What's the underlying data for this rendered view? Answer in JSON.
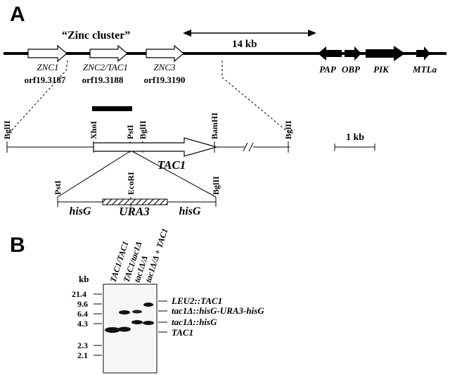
{
  "panel_a": {
    "label": "A",
    "zinc_cluster": "“Zinc cluster”",
    "distance_label": "14 kb",
    "genes": [
      {
        "name": "ZNC1",
        "orf": "orf19.3187"
      },
      {
        "name": "ZNC2/TAC1",
        "orf": "orf19.3188"
      },
      {
        "name": "ZNC3",
        "orf": "orf19.3190"
      }
    ],
    "right_genes": [
      "PAP",
      "OBP",
      "PIK",
      "MTLa"
    ],
    "sites_top": [
      "BglII",
      "XhoI",
      "PstI",
      "BglII",
      "BamHI",
      "BglII"
    ],
    "tac1_label": "TAC1",
    "scale_label": "1 kb",
    "construct": {
      "sites": [
        "PstI",
        "EcoRI",
        "BglII"
      ],
      "left_label": "hisG",
      "middle_label": "URA3",
      "right_label": "hisG"
    }
  },
  "panel_b": {
    "label": "B",
    "kb_header": "kb",
    "markers": [
      "21.4",
      "9.6",
      "6.4",
      "4.3",
      "2.3",
      "2.1"
    ],
    "lanes": [
      "TAC1/TAC1",
      "TAC1/tac1Δ",
      "tac1Δ/Δ",
      "tac1Δ/Δ + TAC1"
    ],
    "band_labels": [
      "LEU2::TAC1",
      "tac1Δ::hisG-URA3-hisG",
      "tac1Δ::hisG",
      "TAC1"
    ]
  }
}
